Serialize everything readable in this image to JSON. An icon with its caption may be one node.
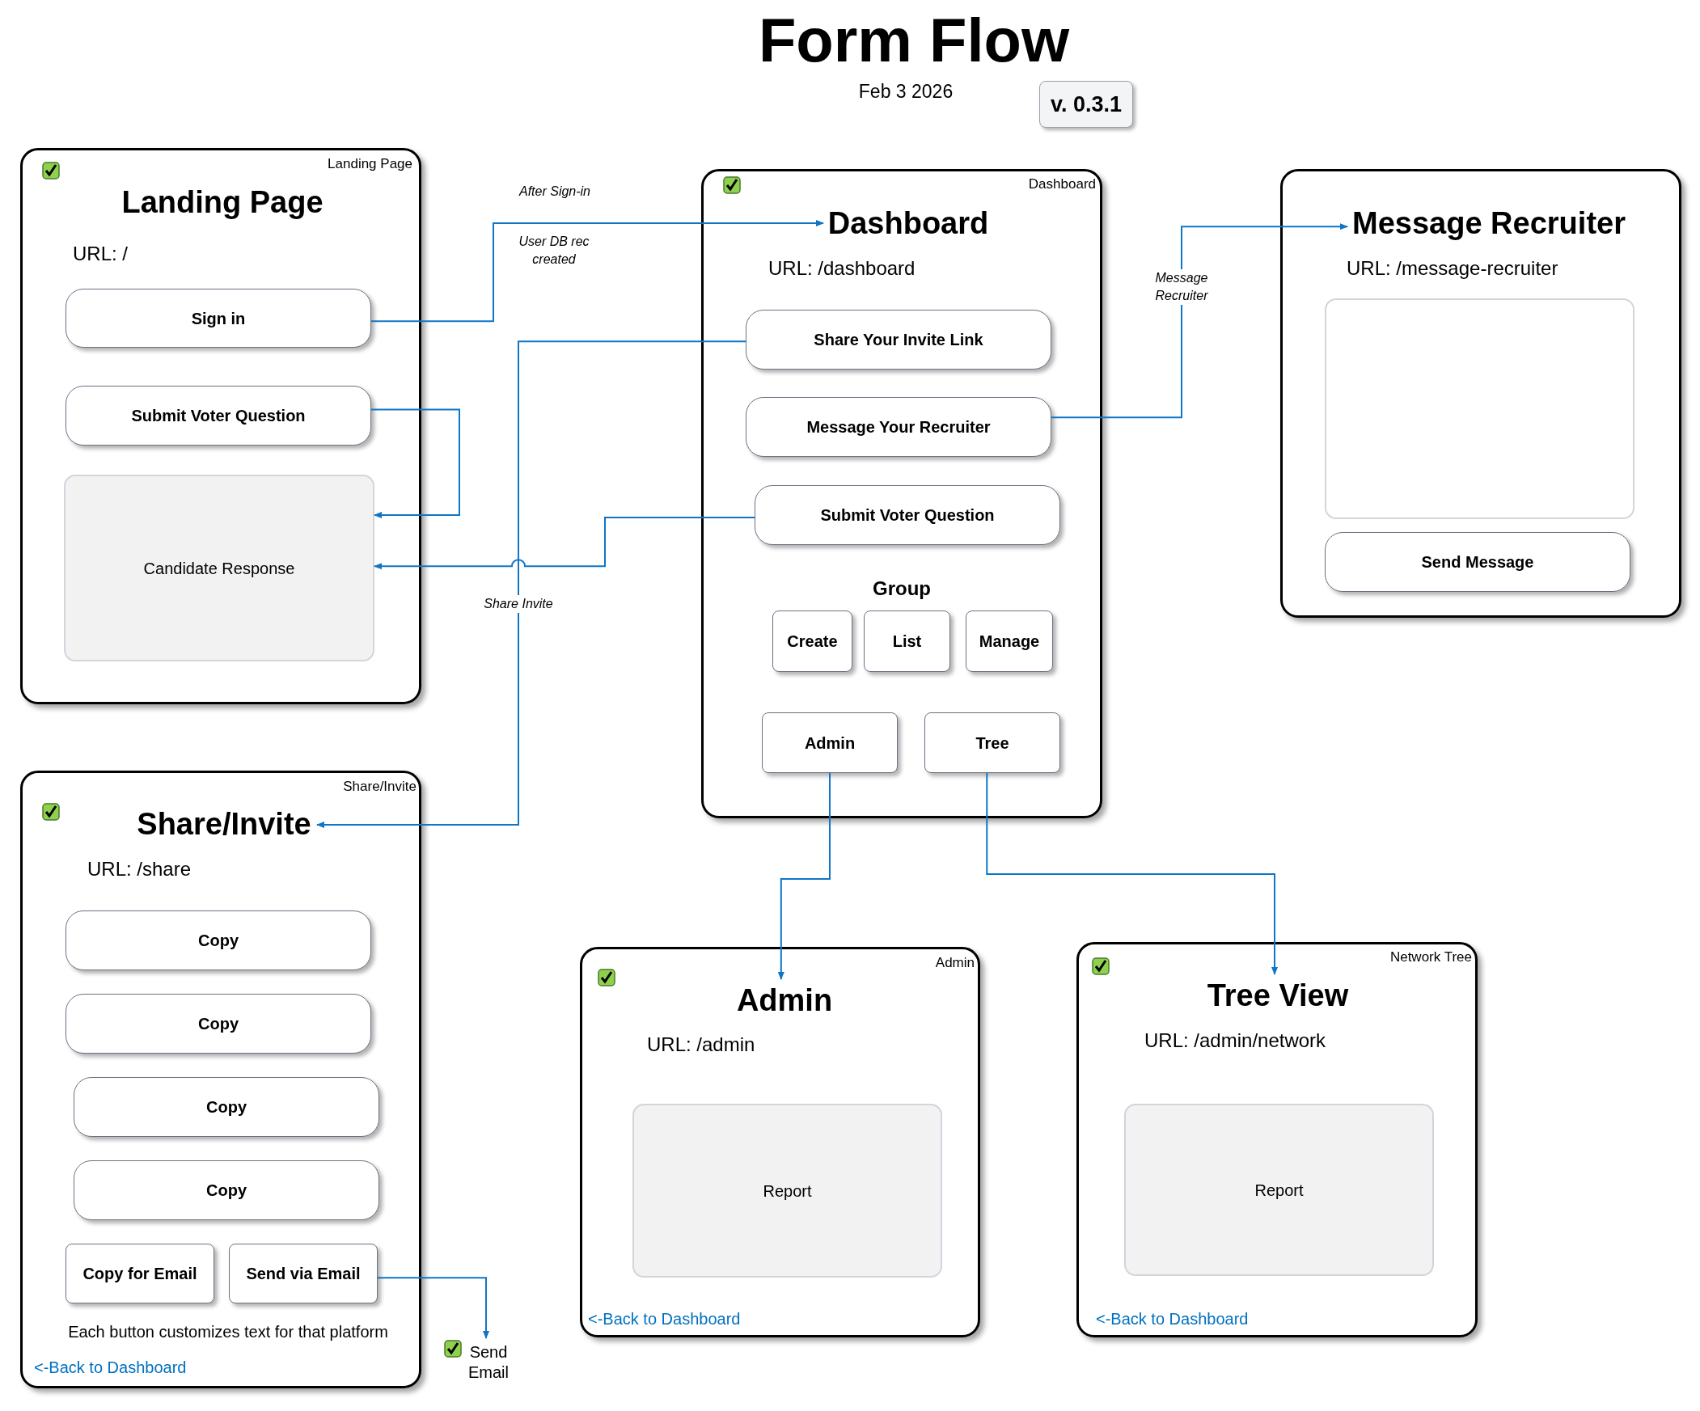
{
  "diagram": {
    "title": "Form Flow",
    "nodes": [
      {
        "text": [
          "Landing Page",
          "Landing Page",
          "URL: /"
        ]
      },
      {
        "text": [
          "Sign in"
        ],
        "in": 0
      },
      {
        "text": [
          "Submit Voter Question"
        ],
        "in": 0
      },
      {
        "text": [
          "Candidate Response"
        ],
        "in": 0
      },
      {
        "text": [
          "Dashboard",
          "URL: /dashboard",
          "Group"
        ]
      },
      {
        "text": [
          "Dashboard"
        ],
        "in": 4
      },
      {
        "text": [
          "Share Your Invite Link"
        ],
        "in": 4
      },
      {
        "text": [
          "Message Your Recruiter"
        ],
        "in": 4
      },
      {
        "text": [
          "Submit Voter Question"
        ],
        "in": 4
      },
      {
        "text": [
          "Create"
        ],
        "in": 4
      },
      {
        "text": [
          "List"
        ],
        "in": 4
      },
      {
        "text": [
          "Manage"
        ],
        "in": 4
      },
      {
        "text": [
          "Admin"
        ],
        "in": 4
      },
      {
        "text": [
          "Tree"
        ],
        "in": 4
      },
      {
        "text": [
          "URL: /message-recruiter"
        ]
      },
      {
        "text": [
          "Message Recruiter"
        ],
        "in": 14
      },
      {
        "text": [],
        "shape": "box",
        "in": 14
      },
      {
        "text": [
          "Send Message"
        ],
        "in": 14
      },
      {
        "text": [
          "Share/Invite",
          "URL: /share",
          "Each button customizes text for that platform",
          "<-Back to Dashboard"
        ]
      },
      {
        "text": [
          "Share/Invite"
        ],
        "in": 18
      },
      {
        "text": [
          "Copy"
        ],
        "in": 18
      },
      {
        "text": [
          "Copy"
        ],
        "in": 18
      },
      {
        "text": [
          "Copy"
        ],
        "in": 18
      },
      {
        "text": [
          "Copy"
        ],
        "in": 18
      },
      {
        "text": [
          "Copy for Email"
        ],
        "in": 18
      },
      {
        "text": [
          "Send via Email"
        ],
        "in": 18
      },
      {
        "text": [
          "Send Email"
        ]
      },
      {
        "text": [
          "Admin",
          "URL: /admin",
          "<-Back to Dashboard"
        ]
      },
      {
        "text": [
          "Admin"
        ],
        "in": 27
      },
      {
        "text": [
          "Report"
        ],
        "in": 27
      },
      {
        "text": [
          "Network Tree",
          "URL: /admin/network",
          "<-Back to Dashboard"
        ]
      },
      {
        "text": [
          "Tree View"
        ],
        "in": 30
      },
      {
        "text": [
          "Report"
        ],
        "in": 30
      }
    ],
    "edges": [
      {
        "from": 1,
        "to": 5,
        "arrow": "to",
        "label": "After Sign-in"
      },
      {
        "from": 2,
        "to": 3,
        "arrow": "to"
      },
      {
        "from": 8,
        "to": 3,
        "arrow": "to"
      },
      {
        "from": 6,
        "to": 19,
        "arrow": "to",
        "label": "Share Invite"
      },
      {
        "from": 7,
        "to": 15,
        "arrow": "to",
        "label": "Message Recruiter"
      },
      {
        "from": 12,
        "to": 28,
        "arrow": "to"
      },
      {
        "from": 13,
        "to": 31,
        "arrow": "to"
      },
      {
        "from": 25,
        "to": 26,
        "arrow": "to"
      }
    ],
    "labels": [
      "Feb 3 2026",
      "v. 0.3.1",
      "User DB rec created"
    ]
  }
}
